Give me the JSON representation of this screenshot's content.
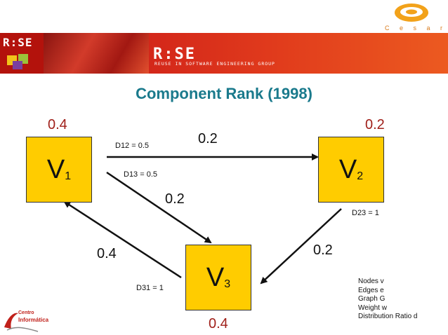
{
  "header": {
    "cesar_label": "C e s a r",
    "rise_left": "R:SE",
    "rise_mid": "R:SE",
    "rise_subtitle": "REUSE IN SOFTWARE ENGINEERING GROUP"
  },
  "title": "Component Rank (1998)",
  "nodes": [
    {
      "id": "V1",
      "letter": "V",
      "sub": "1",
      "rank": "0.4"
    },
    {
      "id": "V2",
      "letter": "V",
      "sub": "2",
      "rank": "0.2"
    },
    {
      "id": "V3",
      "letter": "V",
      "sub": "3",
      "rank": "0.4"
    }
  ],
  "edges": [
    {
      "from": "V1",
      "to": "V2",
      "weight": "0.2",
      "distribution": "D12 = 0.5"
    },
    {
      "from": "V1",
      "to": "V3",
      "weight": "0.2",
      "distribution": "D13 = 0.5"
    },
    {
      "from": "V2",
      "to": "V3",
      "weight": "0.2",
      "distribution": "D23 = 1"
    },
    {
      "from": "V3",
      "to": "V1",
      "weight": "0.4",
      "distribution": "D31 = 1"
    }
  ],
  "legend": [
    "Nodes v",
    "Edges e",
    "Graph G",
    "Weight w",
    "Distribution Ratio d"
  ],
  "footer_logo": {
    "line1": "Centro",
    "line2": "Informática"
  },
  "colors": {
    "node_fill": "#ffcc00",
    "rank_text": "#a0201a",
    "title": "#1a7a8c",
    "banner": "#d4281a"
  }
}
